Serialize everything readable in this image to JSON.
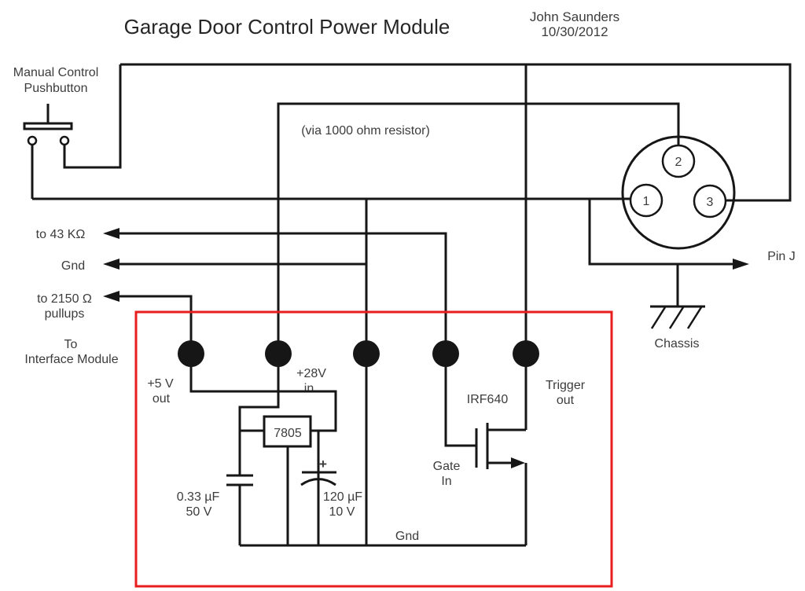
{
  "header": {
    "title": "Garage Door Control Power Module",
    "author": "John Saunders",
    "date": "10/30/2012"
  },
  "colors": {
    "wire": "#161616",
    "text": "#3c3c3c",
    "module_outline": "#e81e1e",
    "background": "#ffffff"
  },
  "annotations": {
    "manual_control": [
      "Manual Control",
      "Pushbutton"
    ],
    "via_note": "(via 1000 ohm resistor)",
    "to_43k": "to 43 KΩ",
    "gnd_left": "Gnd",
    "to_2150": [
      "to 2150 Ω",
      "pullups"
    ],
    "interface": [
      "To",
      "Interface Module"
    ],
    "out5": [
      "+5 V",
      "out"
    ],
    "in28": [
      "+28V",
      "in"
    ],
    "regulator": "7805",
    "cap1": [
      "0.33 µF",
      "50 V"
    ],
    "cap2": [
      "120 µF",
      "10 V"
    ],
    "cap2_polarity": "+",
    "mosfet": "IRF640",
    "gate": [
      "Gate",
      "In"
    ],
    "trigger": [
      "Trigger",
      "out"
    ],
    "gnd_rail": "Gnd",
    "chassis": "Chassis",
    "pin_j": "Pin J",
    "connector_pins": [
      "1",
      "2",
      "3"
    ]
  }
}
